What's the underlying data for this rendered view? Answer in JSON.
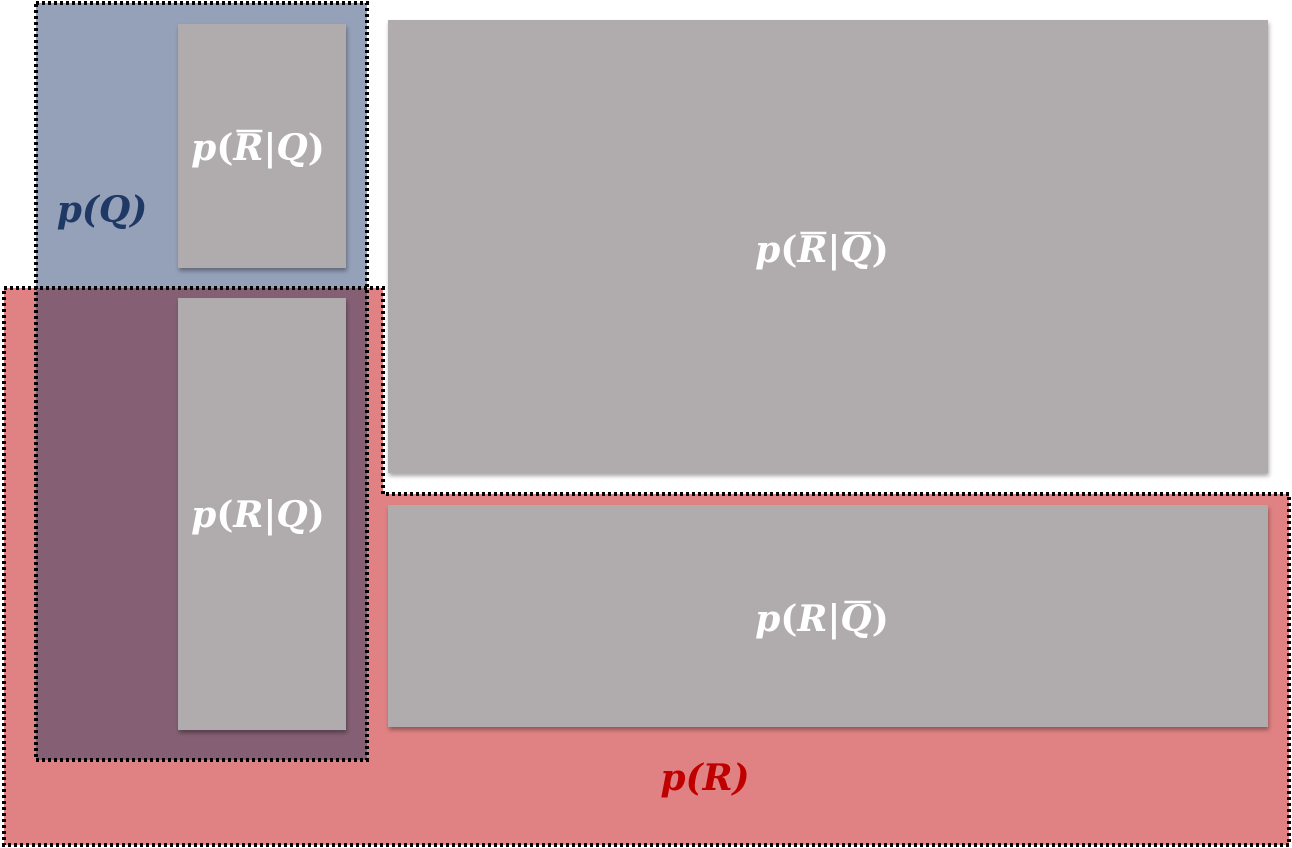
{
  "regions": {
    "q_label": "p(Q)",
    "r_label": "p(R)"
  },
  "cells": [
    {
      "id": "notR-given-Q",
      "label": "p(R̄|Q)",
      "p": "p",
      "open": "(",
      "r": "R",
      "r_bar": true,
      "sep": "|",
      "q": "Q",
      "q_bar": false,
      "close": ")"
    },
    {
      "id": "R-given-Q",
      "label": "p(R|Q)",
      "p": "p",
      "open": "(",
      "r": "R",
      "r_bar": false,
      "sep": "|",
      "q": "Q",
      "q_bar": false,
      "close": ")"
    },
    {
      "id": "notR-given-notQ",
      "label": "p(R̄|Q̄)",
      "p": "p",
      "open": "(",
      "r": "R",
      "r_bar": true,
      "sep": "|",
      "q": "Q",
      "q_bar": true,
      "close": ")"
    },
    {
      "id": "R-given-notQ",
      "label": "p(R|Q̄)",
      "p": "p",
      "open": "(",
      "r": "R",
      "r_bar": false,
      "sep": "|",
      "q": "Q",
      "q_bar": true,
      "close": ")"
    }
  ],
  "colors": {
    "q_region": "#94a1b9",
    "r_region": "#e08283",
    "overlap": "#856074",
    "cell": "#b0acad",
    "q_text": "#1f3864",
    "r_text": "#c00000",
    "cell_text": "#ffffff",
    "border": "#000000"
  }
}
